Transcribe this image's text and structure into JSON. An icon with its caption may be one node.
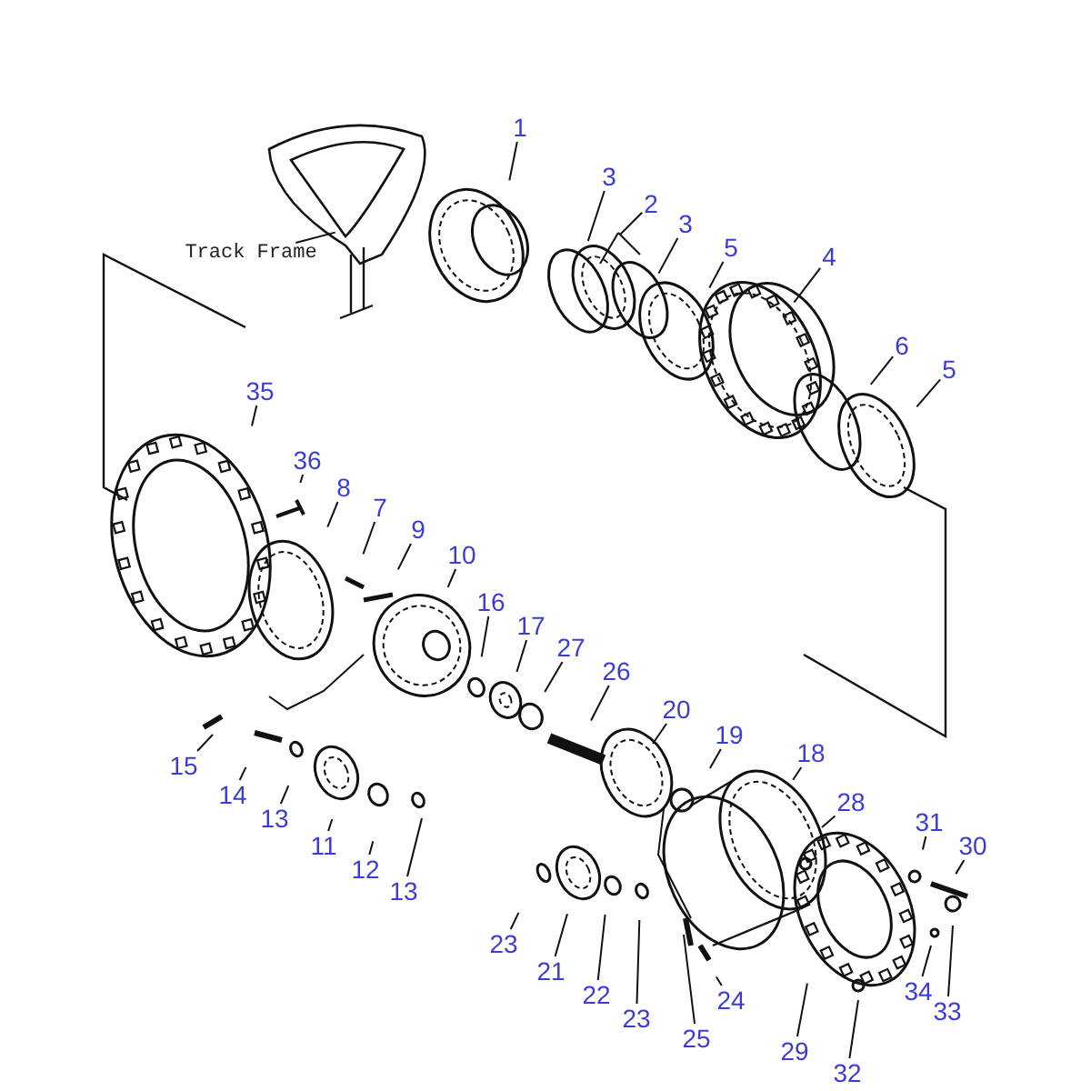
{
  "diagram": {
    "nodes": [
      {
        "text": [
          "Track Frame"
        ]
      },
      {
        "text": [
          "1"
        ]
      },
      {
        "text": [
          "3"
        ]
      },
      {
        "text": [
          "2"
        ]
      },
      {
        "text": [
          "3"
        ]
      },
      {
        "text": [
          "5"
        ]
      },
      {
        "text": [
          "4"
        ]
      },
      {
        "text": [
          "6"
        ]
      },
      {
        "text": [
          "5"
        ]
      },
      {
        "text": [
          "35"
        ]
      },
      {
        "text": [
          "36"
        ]
      },
      {
        "text": [
          "8"
        ]
      },
      {
        "text": [
          "7"
        ]
      },
      {
        "text": [
          "9"
        ]
      },
      {
        "text": [
          "10"
        ]
      },
      {
        "text": [
          "16"
        ]
      },
      {
        "text": [
          "17"
        ]
      },
      {
        "text": [
          "27"
        ]
      },
      {
        "text": [
          "26"
        ]
      },
      {
        "text": [
          "20"
        ]
      },
      {
        "text": [
          "19"
        ]
      },
      {
        "text": [
          "18"
        ]
      },
      {
        "text": [
          "28"
        ]
      },
      {
        "text": [
          "31"
        ]
      },
      {
        "text": [
          "30"
        ]
      },
      {
        "text": [
          "15"
        ]
      },
      {
        "text": [
          "14"
        ]
      },
      {
        "text": [
          "13"
        ]
      },
      {
        "text": [
          "11"
        ]
      },
      {
        "text": [
          "12"
        ]
      },
      {
        "text": [
          "13"
        ]
      },
      {
        "text": [
          "23"
        ]
      },
      {
        "text": [
          "21"
        ]
      },
      {
        "text": [
          "22"
        ]
      },
      {
        "text": [
          "23"
        ]
      },
      {
        "text": [
          "25"
        ]
      },
      {
        "text": [
          "24"
        ]
      },
      {
        "text": [
          "29"
        ]
      },
      {
        "text": [
          "32"
        ]
      },
      {
        "text": [
          "34"
        ]
      },
      {
        "text": [
          "33"
        ]
      }
    ],
    "edges": [
      {
        "from": 0,
        "to": null,
        "arrow": "none"
      },
      {
        "from": 1,
        "to": null,
        "arrow": "none"
      },
      {
        "from": 2,
        "to": null,
        "arrow": "none"
      },
      {
        "from": 3,
        "to": null,
        "arrow": "none"
      },
      {
        "from": 4,
        "to": null,
        "arrow": "none"
      },
      {
        "from": 5,
        "to": null,
        "arrow": "none"
      },
      {
        "from": 6,
        "to": null,
        "arrow": "none"
      },
      {
        "from": 7,
        "to": null,
        "arrow": "none"
      },
      {
        "from": 8,
        "to": null,
        "arrow": "none"
      },
      {
        "from": 9,
        "to": null,
        "arrow": "none"
      },
      {
        "from": 10,
        "to": null,
        "arrow": "none"
      },
      {
        "from": 11,
        "to": null,
        "arrow": "none"
      },
      {
        "from": 12,
        "to": null,
        "arrow": "none"
      },
      {
        "from": 13,
        "to": null,
        "arrow": "none"
      },
      {
        "from": 14,
        "to": null,
        "arrow": "none"
      },
      {
        "from": 15,
        "to": null,
        "arrow": "none"
      },
      {
        "from": 16,
        "to": null,
        "arrow": "none"
      },
      {
        "from": 17,
        "to": null,
        "arrow": "none"
      },
      {
        "from": 18,
        "to": null,
        "arrow": "none"
      },
      {
        "from": 19,
        "to": null,
        "arrow": "none"
      },
      {
        "from": 20,
        "to": null,
        "arrow": "none"
      },
      {
        "from": 21,
        "to": null,
        "arrow": "none"
      },
      {
        "from": 22,
        "to": null,
        "arrow": "none"
      },
      {
        "from": 23,
        "to": null,
        "arrow": "none"
      },
      {
        "from": 24,
        "to": null,
        "arrow": "none"
      },
      {
        "from": 25,
        "to": null,
        "arrow": "none"
      },
      {
        "from": 26,
        "to": null,
        "arrow": "none"
      },
      {
        "from": 27,
        "to": null,
        "arrow": "none"
      },
      {
        "from": 28,
        "to": null,
        "arrow": "none"
      },
      {
        "from": 29,
        "to": null,
        "arrow": "none"
      },
      {
        "from": 30,
        "to": null,
        "arrow": "none"
      },
      {
        "from": 31,
        "to": null,
        "arrow": "none"
      },
      {
        "from": 32,
        "to": null,
        "arrow": "none"
      },
      {
        "from": 33,
        "to": null,
        "arrow": "none"
      },
      {
        "from": 34,
        "to": null,
        "arrow": "none"
      },
      {
        "from": 35,
        "to": null,
        "arrow": "none"
      },
      {
        "from": 36,
        "to": null,
        "arrow": "none"
      },
      {
        "from": 37,
        "to": null,
        "arrow": "none"
      },
      {
        "from": 38,
        "to": null,
        "arrow": "none"
      },
      {
        "from": 39,
        "to": null,
        "arrow": "none"
      },
      {
        "from": 40,
        "to": null,
        "arrow": "none"
      }
    ]
  }
}
